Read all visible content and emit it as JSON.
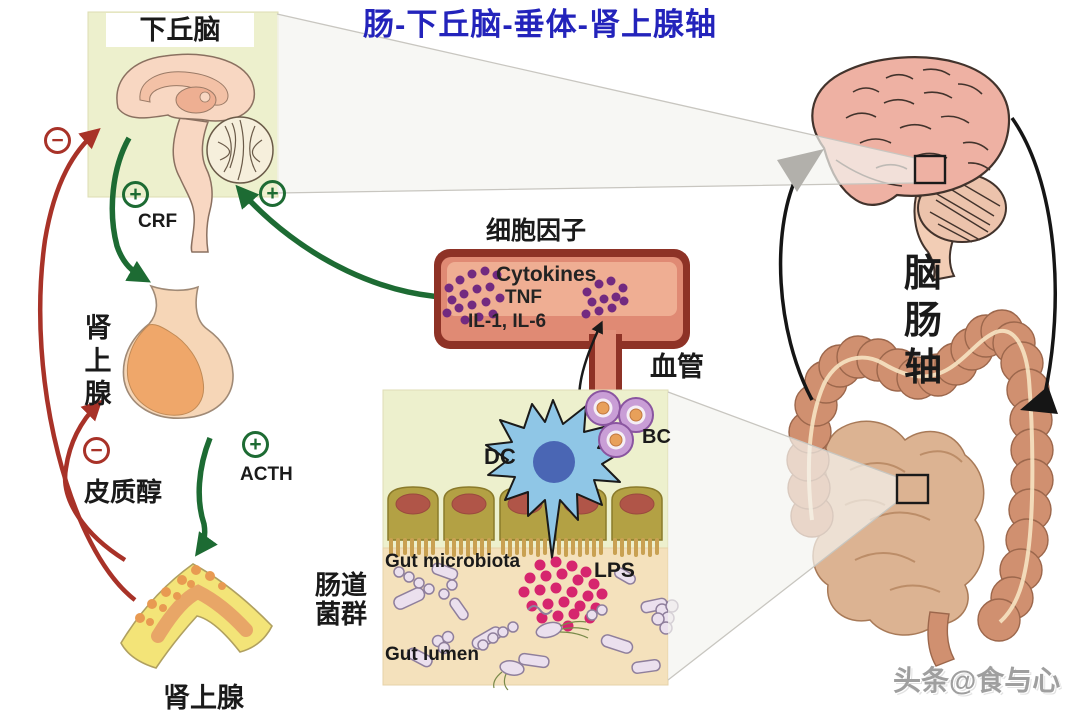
{
  "title": "肠-下丘脑-垂体-肾上腺轴",
  "labels": {
    "hypothalamus": "下丘脑",
    "crf": "CRF",
    "acth": "ACTH",
    "side_gland_chars": [
      "肾",
      "上",
      "腺"
    ],
    "cortisol": "皮质醇",
    "adrenal": "肾上腺",
    "cytokines_cn": "细胞因子",
    "cytokines_en": "Cytokines",
    "tnf": "TNF",
    "interleukins": "IL-1, IL-6",
    "vessel_cn": "血管",
    "dc": "DC",
    "bc": "BC",
    "gut_microbiota_cn": [
      "肠道",
      "菌群"
    ],
    "gut_microbiota_en": "Gut microbiota",
    "lps": "LPS",
    "gut_lumen": "Gut lumen",
    "brain_gut_axis_chars": [
      "脑",
      "肠",
      "轴"
    ],
    "watermark": "头条@食与心"
  },
  "icons": {
    "plus_sign": "+",
    "minus_sign": "−"
  },
  "colors": {
    "title_blue": "#2323bb",
    "negative_feedback_red": "#a83228",
    "stimulation_green": "#1d6b33",
    "vessel_border_maroon": "#8e3226",
    "vessel_fill_salmon": "#e4937d",
    "cytokine_dot_purple": "#722a80",
    "lps_dot_magenta": "#d6256e",
    "tissue_box_yellow": "#edf0cd",
    "gut_lumen_cream": "#f4e1bc"
  }
}
